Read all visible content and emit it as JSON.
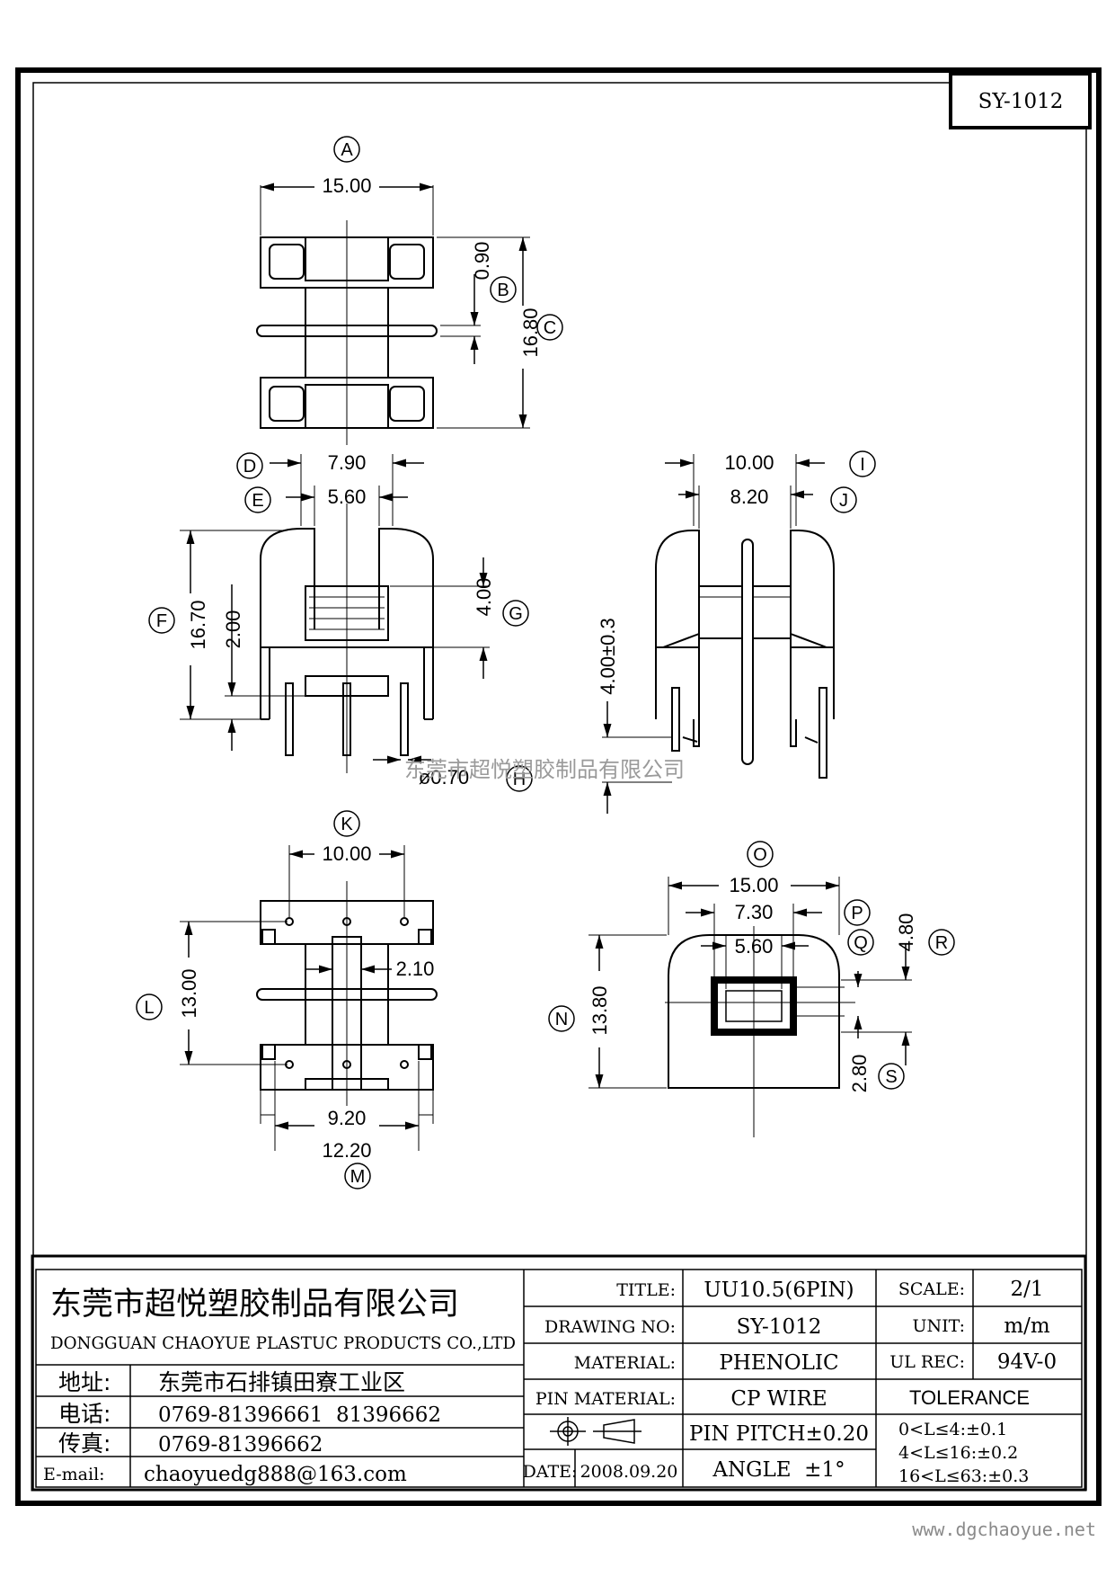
{
  "drawing_no_box": "SY-1012",
  "watermark": "东莞市超悦塑胶制品有限公司",
  "website": "www.dgchaoyue.net",
  "dimensions": {
    "A": "15.00",
    "B": "0.90",
    "C": "16.80",
    "D": "7.90",
    "E": "5.60",
    "F": "16.70",
    "F2": "2.00",
    "G": "4.00",
    "H": "ø0.70",
    "I": "10.00",
    "J": "8.20",
    "I_tol": "4.00±0.3",
    "K": "10.00",
    "L": "13.00",
    "L2": "2.10",
    "M1": "9.20",
    "M": "12.20",
    "O": "15.00",
    "P": "7.30",
    "Q": "5.60",
    "N": "13.80",
    "R": "4.80",
    "S": "2.80"
  },
  "labels": [
    "A",
    "B",
    "C",
    "D",
    "E",
    "F",
    "G",
    "H",
    "I",
    "J",
    "K",
    "L",
    "M",
    "N",
    "O",
    "P",
    "Q",
    "R",
    "S"
  ],
  "title_block": {
    "company_cn": "东莞市超悦塑胶制品有限公司",
    "company_en": "DONGGUAN CHAOYUE PLASTUC PRODUCTS CO.,LTD",
    "address_label": "地址:",
    "address": "东莞市石排镇田寮工业区",
    "phone_label": "电话:",
    "phone": "0769-81396661  81396662",
    "fax_label": "传真:",
    "fax": "0769-81396662",
    "email_label": "E-mail:",
    "email": "chaoyuedg888@163.com",
    "title_label": "TITLE:",
    "title": "UU10.5(6PIN)",
    "drawing_no_label": "DRAWING NO:",
    "drawing_no": "SY-1012",
    "material_label": "MATERIAL:",
    "material": "PHENOLIC",
    "pin_material_label": "PIN MATERIAL:",
    "pin_material": "CP WIRE",
    "pin_pitch": "PIN PITCH±0.20",
    "date_label": "DATE:",
    "date": "2008.09.20",
    "angle": "ANGLE  ±1°",
    "scale_label": "SCALE:",
    "scale": "2/1",
    "unit_label": "UNIT:",
    "unit": "m/m",
    "ul_label": "UL REC:",
    "ul": "94V-0",
    "tolerance_label": "TOLERANCE",
    "tol1": "0<L≤4:±0.1",
    "tol2": "4<L≤16:±0.2",
    "tol3": "16<L≤63:±0.3"
  }
}
